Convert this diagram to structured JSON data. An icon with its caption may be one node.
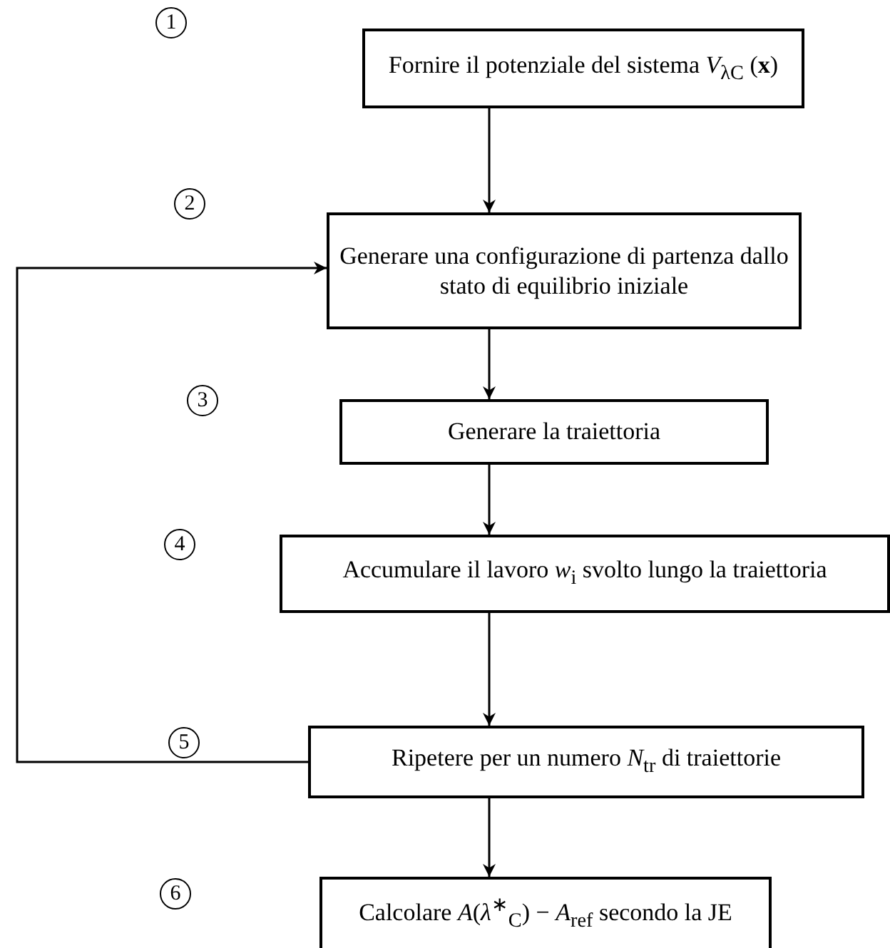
{
  "diagram": {
    "nodes": [
      {
        "text": [
          "Fornire il potenziale del sistema *V*$_{λC}$ (**x**)"
        ]
      },
      {
        "text": [
          "Generare una configurazione di partenza dallo stato di equilibrio iniziale"
        ]
      },
      {
        "text": [
          "Generare la traiettoria"
        ]
      },
      {
        "text": [
          "Accumulare il lavoro *w*$_{i}$ svolto lungo la traiettoria"
        ]
      },
      {
        "text": [
          "Ripetere per un numero *N*$_{tr}$ di traiettorie"
        ]
      },
      {
        "text": [
          "Calcolare *A*(*λ*$^{∗}$$_{C}$) − *A*$_{ref}$ secondo la JE"
        ]
      }
    ],
    "edges": [
      {
        "from": 0,
        "to": 1,
        "arrow": "to"
      },
      {
        "from": 1,
        "to": 2,
        "arrow": "to"
      },
      {
        "from": 2,
        "to": 3,
        "arrow": "to"
      },
      {
        "from": 3,
        "to": 4,
        "arrow": "to"
      },
      {
        "from": 4,
        "to": 5,
        "arrow": "to"
      },
      {
        "from": 4,
        "to": 1,
        "arrow": "to"
      }
    ],
    "labels": [
      "1",
      "2",
      "3",
      "4",
      "5",
      "6"
    ]
  }
}
